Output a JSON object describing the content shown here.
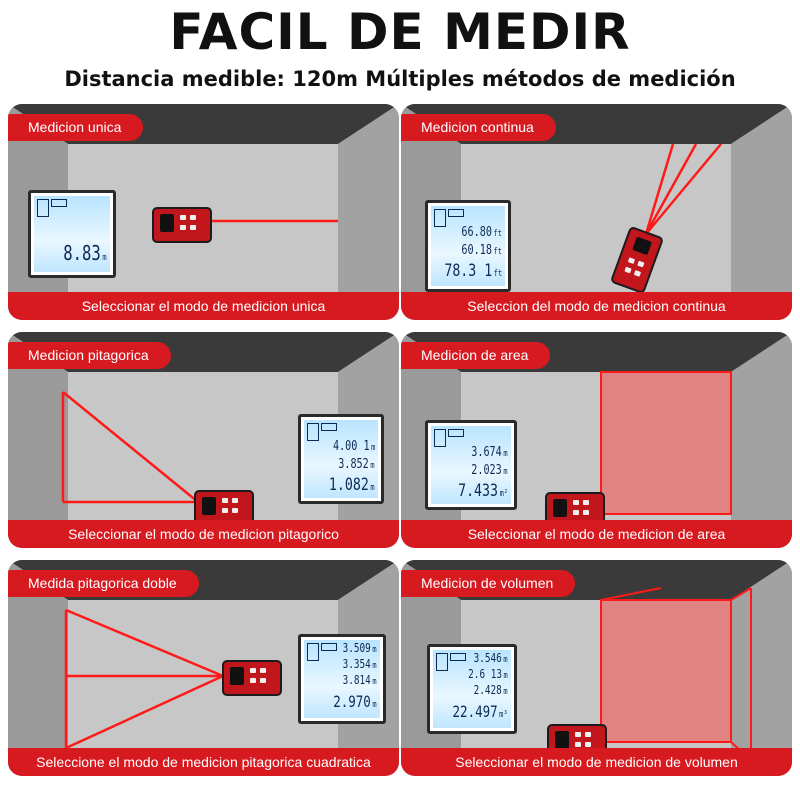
{
  "header": {
    "title": "FACIL DE MEDIR",
    "subtitle": "Distancia medible: 120m  Múltiples métodos de medición"
  },
  "colors": {
    "accent": "#d71920",
    "laser": "#ff1a1a",
    "lcd": "#d3efff"
  },
  "panels": [
    {
      "tag": "Medicion unica",
      "caption": "Seleccionar el modo de medicion unica",
      "lcd": [
        {
          "value": "8.83",
          "unit": "m"
        }
      ]
    },
    {
      "tag": "Medicion continua",
      "caption": "Seleccion del modo de medicion continua",
      "lcd": [
        {
          "value": "66.80",
          "unit": "ft"
        },
        {
          "value": "60.18",
          "unit": "ft"
        },
        {
          "value": "78.3 1",
          "unit": "ft"
        }
      ]
    },
    {
      "tag": "Medicion pitagorica",
      "caption": "Seleccionar el modo de medicion pitagorico",
      "lcd": [
        {
          "value": "4.00 1",
          "unit": "m"
        },
        {
          "value": "3.852",
          "unit": "m"
        },
        {
          "value": "1.082",
          "unit": "m"
        }
      ]
    },
    {
      "tag": "Medicion de area",
      "caption": "Seleccionar el modo de medicion de area",
      "lcd": [
        {
          "value": "3.674",
          "unit": "m"
        },
        {
          "value": "2.023",
          "unit": "m"
        },
        {
          "value": "7.433",
          "unit": "m²"
        }
      ]
    },
    {
      "tag": "Medida pitagorica doble",
      "caption": "Seleccione el modo de medicion pitagorica cuadratica",
      "lcd": [
        {
          "value": "3.509",
          "unit": "m"
        },
        {
          "value": "3.354",
          "unit": "m"
        },
        {
          "value": "3.814",
          "unit": "m"
        },
        {
          "value": "2.970",
          "unit": "m"
        }
      ]
    },
    {
      "tag": "Medicion de volumen",
      "caption": "Seleccionar el modo de medicion de volumen",
      "lcd": [
        {
          "value": "3.546",
          "unit": "m"
        },
        {
          "value": "2.6 13",
          "unit": "m"
        },
        {
          "value": "2.428",
          "unit": "m"
        },
        {
          "value": "22.497",
          "unit": "m³"
        }
      ]
    }
  ]
}
